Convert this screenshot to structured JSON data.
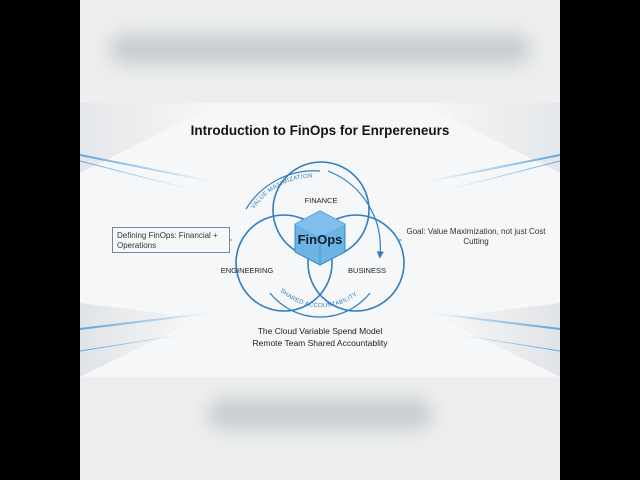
{
  "slide": {
    "title": "Introduction to FinOps for Enrpereneurs",
    "left_note": "Defining FinOps: Financial + Operations",
    "right_note": "Goal: Value Maximization, not just Cost Cutting",
    "footer_line1": "The Cloud Variable Spend Model",
    "footer_line2": "Remote Team Shared Accountablity"
  },
  "diagram": {
    "center_label": "FinOps",
    "circles": {
      "finance": "FINANCE",
      "engineering": "ENGINEERING",
      "business": "BUSINESS"
    },
    "arc_labels": {
      "top": "VALUE MAXIMIZATION",
      "bottom": "SHARED ACCOUNTABILITY"
    }
  },
  "colors": {
    "accent": "#2f7ec1",
    "hexagon": "#6cb3e6",
    "hexagon_edge": "#3d86c4",
    "text": "#141414"
  }
}
